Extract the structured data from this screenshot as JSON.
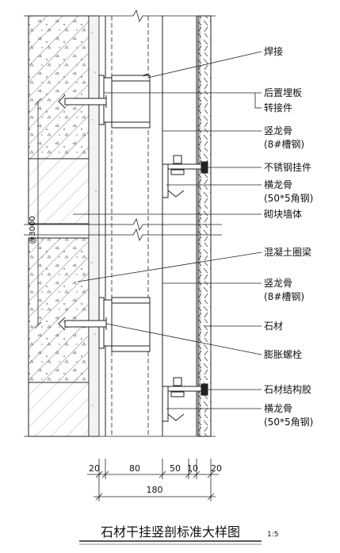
{
  "labels": {
    "weld": "焊接",
    "embed_plate": "后置埋板",
    "adapter": "转接件",
    "vertical_keel_1": "竖龙骨",
    "vertical_keel_1_spec": "(8#槽钢)",
    "stainless_hanger": "不锈钢挂件",
    "horizontal_keel_1": "横龙骨",
    "horizontal_keel_1_spec": "(50*5角钢)",
    "block_wall": "砌块墙体",
    "ring_beam": "混凝土圈梁",
    "vertical_keel_2": "竖龙骨",
    "vertical_keel_2_spec": "(8#槽钢)",
    "stone": "石材",
    "expansion_bolt": "膨胀螺栓",
    "stone_glue": "石材结构胶",
    "horizontal_keel_2": "横龙骨",
    "horizontal_keel_2_spec": "(50*5角钢)"
  },
  "dimensions": {
    "seg1": "20",
    "seg2": "80",
    "seg3": "50",
    "seg4": "10",
    "seg5": "20",
    "total": "180",
    "vertical": "@3000"
  },
  "title": "石材干挂竖剖标准大样图",
  "scale": "1:5"
}
